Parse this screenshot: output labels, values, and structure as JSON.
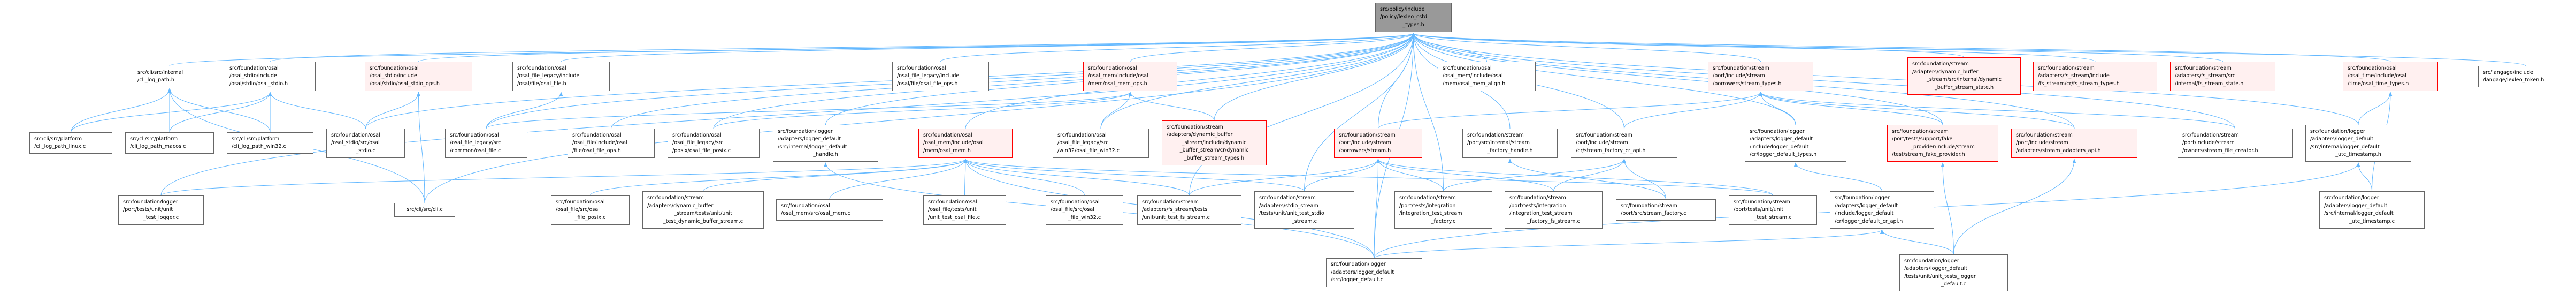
{
  "graph_title": "src/policy/include/policy/lexleo_cstd_types.h",
  "colors": {
    "edge": "#63b8ff",
    "highlight_border": "#ff0000",
    "highlight_fill": "#fff0f0",
    "root_fill": "#999999",
    "border": "#666666"
  },
  "nodes": [
    {
      "id": "root",
      "style": "gray",
      "lines": [
        "src/policy/include",
        "/policy/lexleo_cstd",
        "_types.h"
      ]
    },
    {
      "id": "cli_log_path_h",
      "style": "normal",
      "lines": [
        "src/cli/src/internal",
        "/cli_log_path.h"
      ]
    },
    {
      "id": "osal_stdio_h",
      "style": "normal",
      "lines": [
        "src/foundation/osal",
        "/osal_stdio/include",
        "/osal/stdio/osal_stdio.h"
      ]
    },
    {
      "id": "osal_stdio_ops_h",
      "style": "red",
      "lines": [
        "src/foundation/osal",
        "/osal_stdio/include",
        "/osal/stdio/osal_stdio_ops.h"
      ]
    },
    {
      "id": "osal_file_h",
      "style": "normal",
      "lines": [
        "src/foundation/osal",
        "/osal_file_legacy/include",
        "/osal/file/osal_file.h"
      ]
    },
    {
      "id": "osal_file_ops_legacy_h",
      "style": "normal",
      "lines": [
        "src/foundation/osal",
        "/osal_file_legacy/include",
        "/osal/file/osal_file_ops.h"
      ]
    },
    {
      "id": "osal_mem_ops_h",
      "style": "red",
      "lines": [
        "src/foundation/osal",
        "/osal_mem/include/osal",
        "/mem/osal_mem_ops.h"
      ]
    },
    {
      "id": "osal_mem_align_h",
      "style": "normal",
      "lines": [
        "src/foundation/osal",
        "/osal_mem/include/osal",
        "/mem/osal_mem_align.h"
      ]
    },
    {
      "id": "stream_types_h",
      "style": "red",
      "lines": [
        "src/foundation/stream",
        "/port/include/stream",
        "/borrowers/stream_types.h"
      ]
    },
    {
      "id": "dbs_state_h",
      "style": "red",
      "lines": [
        "src/foundation/stream",
        "/adapters/dynamic_buffer",
        "_stream/src/internal/dynamic",
        "_buffer_stream_state.h"
      ]
    },
    {
      "id": "fs_stream_types_h",
      "style": "red",
      "lines": [
        "src/foundation/stream",
        "/adapters/fs_stream/include",
        "/fs_stream/cr/fs_stream_types.h"
      ]
    },
    {
      "id": "fs_stream_state_h",
      "style": "red",
      "lines": [
        "src/foundation/stream",
        "/adapters/fs_stream/src",
        "/internal/fs_stream_state.h"
      ]
    },
    {
      "id": "osal_time_types_h",
      "style": "red",
      "lines": [
        "src/foundation/osal",
        "/osal_time/include/osal",
        "/time/osal_time_types.h"
      ]
    },
    {
      "id": "lexleo_token_h",
      "style": "normal",
      "lines": [
        "src/langage/include",
        "/langage/lexleo_token.h"
      ]
    },
    {
      "id": "cli_log_path_linux_c",
      "style": "normal",
      "lines": [
        "src/cli/src/platform",
        "/cli_log_path_linux.c"
      ]
    },
    {
      "id": "cli_log_path_macos_c",
      "style": "normal",
      "lines": [
        "src/cli/src/platform",
        "/cli_log_path_macos.c"
      ]
    },
    {
      "id": "cli_log_path_win32_c",
      "style": "normal",
      "lines": [
        "src/cli/src/platform",
        "/cli_log_path_win32.c"
      ]
    },
    {
      "id": "osal_stdio_c",
      "style": "normal",
      "lines": [
        "src/foundation/osal",
        "/osal_stdio/src/osal",
        "_stdio.c"
      ]
    },
    {
      "id": "osal_file_c",
      "style": "normal",
      "lines": [
        "src/foundation/osal",
        "/osal_file_legacy/src",
        "/common/osal_file.c"
      ]
    },
    {
      "id": "osal_file_ops_h",
      "style": "normal",
      "lines": [
        "src/foundation/osal",
        "/osal_file/include/osal",
        "/file/osal_file_ops.h"
      ]
    },
    {
      "id": "osal_file_posix_legacy_c",
      "style": "normal",
      "lines": [
        "src/foundation/osal",
        "/osal_file_legacy/src",
        "/posix/osal_file_posix.c"
      ]
    },
    {
      "id": "logger_default_handle_h",
      "style": "normal",
      "lines": [
        "src/foundation/logger",
        "/adapters/logger_default",
        "/src/internal/logger_default",
        "_handle.h"
      ]
    },
    {
      "id": "osal_mem_h",
      "style": "red",
      "lines": [
        "src/foundation/osal",
        "/osal_mem/include/osal",
        "/mem/osal_mem.h"
      ]
    },
    {
      "id": "osal_file_win32_legacy_c",
      "style": "normal",
      "lines": [
        "src/foundation/osal",
        "/osal_file_legacy/src",
        "/win32/osal_file_win32.c"
      ]
    },
    {
      "id": "dbs_types_h",
      "style": "red",
      "lines": [
        "src/foundation/stream",
        "/adapters/dynamic_buffer",
        "_stream/include/dynamic",
        "_buffer_stream/cr/dynamic",
        "_buffer_stream_types.h"
      ]
    },
    {
      "id": "stream_h",
      "style": "red",
      "lines": [
        "src/foundation/stream",
        "/port/include/stream",
        "/borrowers/stream.h"
      ]
    },
    {
      "id": "stream_factory_handle_h",
      "style": "normal",
      "lines": [
        "src/foundation/stream",
        "/port/src/internal/stream",
        "_factory_handle.h"
      ]
    },
    {
      "id": "stream_factory_cr_api_h",
      "style": "normal",
      "lines": [
        "src/foundation/stream",
        "/port/include/stream",
        "/cr/stream_factory_cr_api.h"
      ]
    },
    {
      "id": "logger_default_types_h",
      "style": "normal",
      "lines": [
        "src/foundation/logger",
        "/adapters/logger_default",
        "/include/logger_default",
        "/cr/logger_default_types.h"
      ]
    },
    {
      "id": "fake_provider_h",
      "style": "red",
      "lines": [
        "src/foundation/stream",
        "/port/tests/support/fake",
        "_provider/include/stream",
        "/test/stream_fake_provider.h"
      ]
    },
    {
      "id": "adapters_api_h",
      "style": "red",
      "lines": [
        "src/foundation/stream",
        "/port/include/stream",
        "/adapters/stream_adapters_api.h"
      ]
    },
    {
      "id": "stream_file_creator_h",
      "style": "normal",
      "lines": [
        "src/foundation/stream",
        "/port/include/stream",
        "/owners/stream_file_creator.h"
      ]
    },
    {
      "id": "utc_timestamp_h",
      "style": "normal",
      "lines": [
        "src/foundation/logger",
        "/adapters/logger_default",
        "/src/internal/logger_default",
        "_utc_timestamp.h"
      ]
    },
    {
      "id": "unit_test_logger_c",
      "style": "normal",
      "lines": [
        "src/foundation/logger",
        "/port/tests/unit/unit",
        "_test_logger.c"
      ]
    },
    {
      "id": "cli_c",
      "style": "normal",
      "lines": [
        "src/cli/src/cli.c"
      ]
    },
    {
      "id": "osal_file_posix_c",
      "style": "normal",
      "lines": [
        "src/foundation/osal",
        "/osal_file/src/osal",
        "_file_posix.c"
      ]
    },
    {
      "id": "unit_test_dbs_c",
      "style": "normal",
      "lines": [
        "src/foundation/stream",
        "/adapters/dynamic_buffer",
        "_stream/tests/unit/unit",
        "_test_dynamic_buffer_stream.c"
      ]
    },
    {
      "id": "osal_mem_c",
      "style": "normal",
      "lines": [
        "src/foundation/osal",
        "/osal_mem/src/osal_mem.c"
      ]
    },
    {
      "id": "unit_test_osal_file_c",
      "style": "normal",
      "lines": [
        "src/foundation/osal",
        "/osal_file/tests/unit",
        "/unit_test_osal_file.c"
      ]
    },
    {
      "id": "osal_file_win32_c",
      "style": "normal",
      "lines": [
        "src/foundation/osal",
        "/osal_file/src/osal",
        "_file_win32.c"
      ]
    },
    {
      "id": "unit_test_fs_stream_c",
      "style": "normal",
      "lines": [
        "src/foundation/stream",
        "/adapters/fs_stream/tests",
        "/unit/unit_test_fs_stream.c"
      ]
    },
    {
      "id": "unit_test_stdio_stream_c",
      "style": "normal",
      "lines": [
        "src/foundation/stream",
        "/adapters/stdio_stream",
        "/tests/unit/unit_test_stdio",
        "_stream.c"
      ]
    },
    {
      "id": "integration_test_stream_factory_c",
      "style": "normal",
      "lines": [
        "src/foundation/stream",
        "/port/tests/integration",
        "/integration_test_stream",
        "_factory.c"
      ]
    },
    {
      "id": "integration_test_fs_c",
      "style": "normal",
      "lines": [
        "src/foundation/stream",
        "/port/tests/integration",
        "/integration_test_stream",
        "_factory_fs_stream.c"
      ]
    },
    {
      "id": "stream_factory_c",
      "style": "normal",
      "lines": [
        "src/foundation/stream",
        "/port/src/stream_factory.c"
      ]
    },
    {
      "id": "unit_test_stream_c",
      "style": "normal",
      "lines": [
        "src/foundation/stream",
        "/port/tests/unit/unit",
        "_test_stream.c"
      ]
    },
    {
      "id": "logger_default_cr_api_h",
      "style": "normal",
      "lines": [
        "src/foundation/logger",
        "/adapters/logger_default",
        "/include/logger_default",
        "/cr/logger_default_cr_api.h"
      ]
    },
    {
      "id": "utc_timestamp_c",
      "style": "normal",
      "lines": [
        "src/foundation/logger",
        "/adapters/logger_default",
        "/src/internal/logger_default",
        "_utc_timestamp.c"
      ]
    },
    {
      "id": "logger_default_c",
      "style": "normal",
      "lines": [
        "src/foundation/logger",
        "/adapters/logger_default",
        "/src/logger_default.c"
      ]
    },
    {
      "id": "unit_tests_logger_default_c",
      "style": "normal",
      "lines": [
        "src/foundation/logger",
        "/adapters/logger_default",
        "/tests/unit/unit_tests_logger",
        "_default.c"
      ]
    }
  ],
  "edges": [
    [
      "cli_log_path_h",
      "root"
    ],
    [
      "osal_stdio_h",
      "root"
    ],
    [
      "osal_stdio_ops_h",
      "root"
    ],
    [
      "osal_file_h",
      "root"
    ],
    [
      "osal_file_ops_legacy_h",
      "root"
    ],
    [
      "osal_mem_ops_h",
      "root"
    ],
    [
      "osal_mem_align_h",
      "root"
    ],
    [
      "stream_types_h",
      "root"
    ],
    [
      "dbs_state_h",
      "root"
    ],
    [
      "fs_stream_types_h",
      "root"
    ],
    [
      "fs_stream_state_h",
      "root"
    ],
    [
      "osal_time_types_h",
      "root"
    ],
    [
      "lexleo_token_h",
      "root"
    ],
    [
      "osal_file_c",
      "root"
    ],
    [
      "osal_file_ops_h",
      "root"
    ],
    [
      "osal_file_posix_legacy_c",
      "root"
    ],
    [
      "logger_default_handle_h",
      "root"
    ],
    [
      "osal_mem_h",
      "root"
    ],
    [
      "osal_file_win32_legacy_c",
      "root"
    ],
    [
      "dbs_types_h",
      "root"
    ],
    [
      "stream_h",
      "root"
    ],
    [
      "stream_factory_handle_h",
      "root"
    ],
    [
      "stream_factory_cr_api_h",
      "root"
    ],
    [
      "logger_default_types_h",
      "root"
    ],
    [
      "fake_provider_h",
      "root"
    ],
    [
      "adapters_api_h",
      "root"
    ],
    [
      "stream_file_creator_h",
      "root"
    ],
    [
      "utc_timestamp_h",
      "root"
    ],
    [
      "unit_test_logger_c",
      "root"
    ],
    [
      "osal_stdio_c",
      "root"
    ],
    [
      "cli_c",
      "root"
    ],
    [
      "unit_test_fs_stream_c",
      "root"
    ],
    [
      "unit_test_stdio_stream_c",
      "root"
    ],
    [
      "integration_test_stream_factory_c",
      "root"
    ],
    [
      "logger_default_c",
      "root"
    ],
    [
      "cli_log_path_linux_c",
      "cli_log_path_h"
    ],
    [
      "cli_log_path_macos_c",
      "cli_log_path_h"
    ],
    [
      "cli_log_path_win32_c",
      "cli_log_path_h"
    ],
    [
      "cli_c",
      "cli_log_path_h"
    ],
    [
      "cli_log_path_linux_c",
      "osal_stdio_h"
    ],
    [
      "cli_log_path_macos_c",
      "osal_stdio_h"
    ],
    [
      "cli_log_path_win32_c",
      "osal_stdio_h"
    ],
    [
      "osal_stdio_c",
      "osal_stdio_h"
    ],
    [
      "osal_stdio_c",
      "osal_stdio_ops_h"
    ],
    [
      "cli_c",
      "osal_stdio_ops_h"
    ],
    [
      "osal_file_c",
      "osal_file_h"
    ],
    [
      "osal_mem_c",
      "osal_mem_h"
    ],
    [
      "unit_test_osal_file_c",
      "osal_mem_h"
    ],
    [
      "osal_file_win32_c",
      "osal_mem_h"
    ],
    [
      "osal_file_posix_c",
      "osal_mem_h"
    ],
    [
      "unit_test_dbs_c",
      "osal_mem_h"
    ],
    [
      "unit_test_fs_stream_c",
      "osal_mem_h"
    ],
    [
      "unit_test_stdio_stream_c",
      "osal_mem_h"
    ],
    [
      "logger_default_c",
      "osal_mem_h"
    ],
    [
      "unit_test_logger_c",
      "osal_mem_h"
    ],
    [
      "unit_test_stream_c",
      "osal_mem_h"
    ],
    [
      "osal_file_win32_legacy_c",
      "osal_mem_ops_h"
    ],
    [
      "dbs_types_h",
      "osal_mem_ops_h"
    ],
    [
      "osal_file_c",
      "osal_mem_ops_h"
    ],
    [
      "osal_file_posix_legacy_c",
      "osal_mem_ops_h"
    ],
    [
      "stream_h",
      "stream_types_h"
    ],
    [
      "stream_factory_cr_api_h",
      "stream_types_h"
    ],
    [
      "logger_default_types_h",
      "stream_types_h"
    ],
    [
      "fake_provider_h",
      "stream_types_h"
    ],
    [
      "adapters_api_h",
      "stream_types_h"
    ],
    [
      "stream_file_creator_h",
      "stream_types_h"
    ],
    [
      "unit_test_fs_stream_c",
      "stream_h"
    ],
    [
      "unit_test_stdio_stream_c",
      "stream_h"
    ],
    [
      "logger_default_c",
      "stream_h"
    ],
    [
      "integration_test_stream_factory_c",
      "stream_h"
    ],
    [
      "unit_test_stream_c",
      "stream_h"
    ],
    [
      "integration_test_fs_c",
      "stream_h"
    ],
    [
      "integration_test_fs_c",
      "stream_factory_cr_api_h"
    ],
    [
      "integration_test_stream_factory_c",
      "stream_factory_cr_api_h"
    ],
    [
      "stream_factory_c",
      "stream_factory_cr_api_h"
    ],
    [
      "stream_factory_c",
      "stream_factory_handle_h"
    ],
    [
      "logger_default_cr_api_h",
      "logger_default_types_h"
    ],
    [
      "logger_default_c",
      "logger_default_cr_api_h"
    ],
    [
      "unit_tests_logger_default_c",
      "logger_default_cr_api_h"
    ],
    [
      "unit_tests_logger_default_c",
      "fake_provider_h"
    ],
    [
      "unit_tests_logger_default_c",
      "adapters_api_h"
    ],
    [
      "logger_default_c",
      "logger_default_handle_h"
    ],
    [
      "utc_timestamp_c",
      "utc_timestamp_h"
    ],
    [
      "logger_default_c",
      "utc_timestamp_h"
    ],
    [
      "utc_timestamp_h",
      "osal_time_types_h"
    ],
    [
      "utc_timestamp_c",
      "osal_time_types_h"
    ]
  ]
}
